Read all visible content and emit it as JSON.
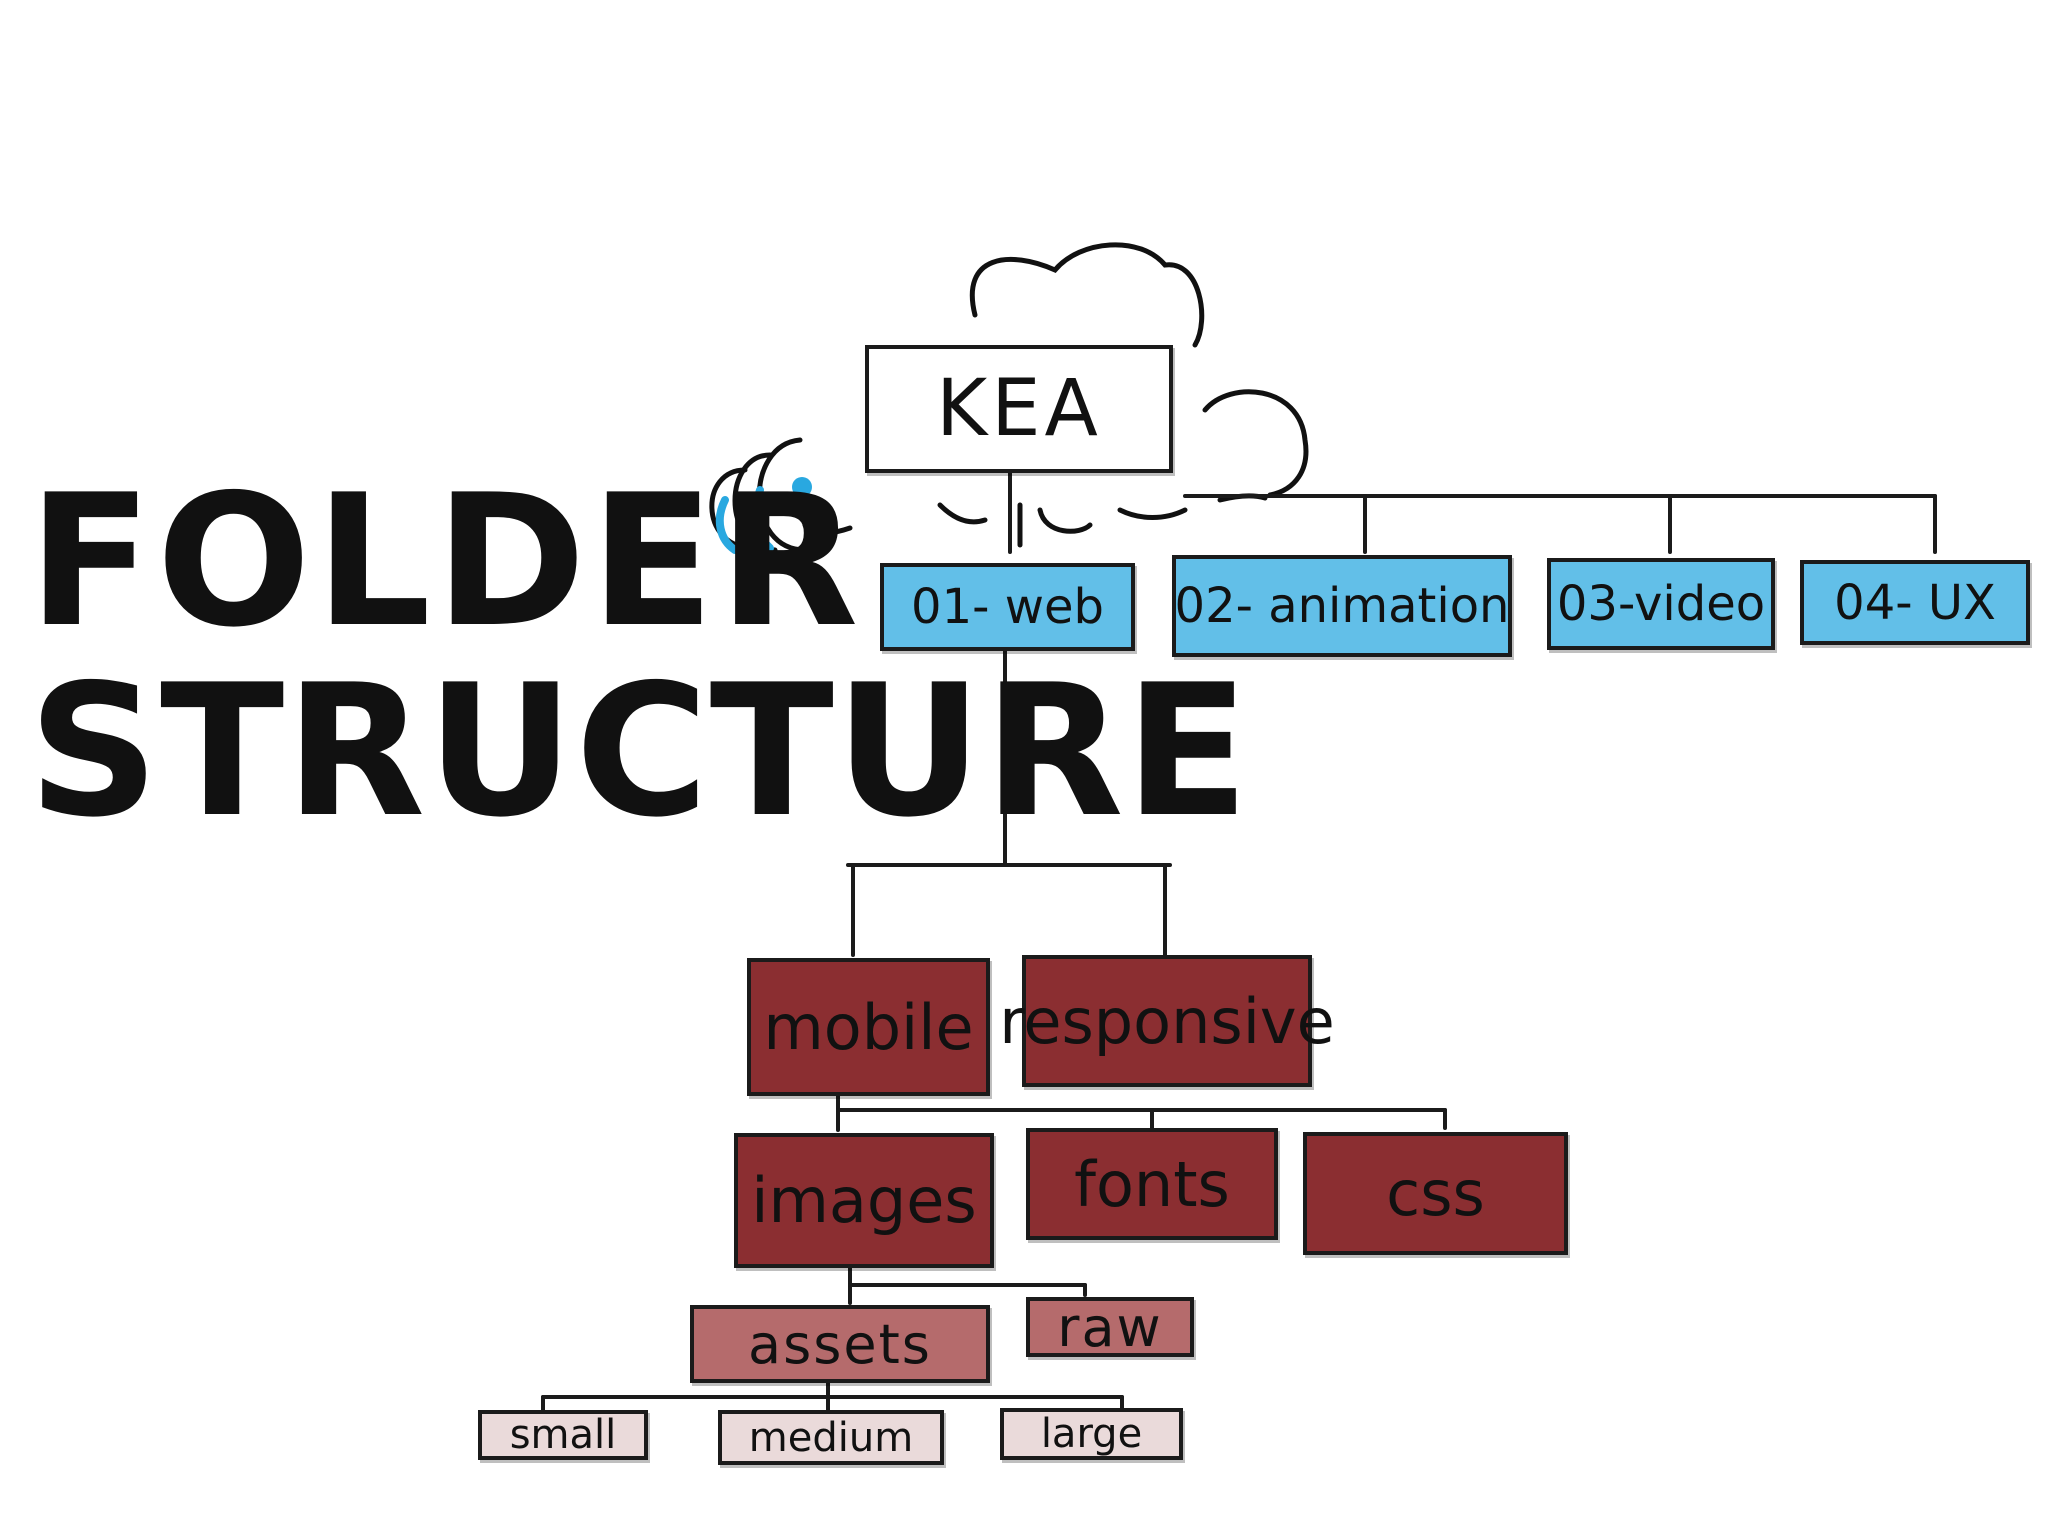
{
  "title": {
    "line1": "FOLDER",
    "line2": "STRUCTURE"
  },
  "colors": {
    "root": "#ffffff",
    "level1": "#62bfe8",
    "level2": "#8b2e31",
    "level3": "#8b2e31",
    "level4": "#b56b6c",
    "level5": "#eadada",
    "line": "#1b1b1b",
    "accent": "#29a8e0"
  },
  "tree": {
    "root": "KEA",
    "level1": [
      "01- web",
      "02- animation",
      "03-video",
      "04- UX"
    ],
    "web_children": [
      "mobile",
      "responsive"
    ],
    "mobile_children": [
      "images",
      "fonts",
      "css"
    ],
    "images_children": [
      "assets",
      "raw"
    ],
    "assets_children": [
      "small",
      "medium",
      "large"
    ]
  }
}
